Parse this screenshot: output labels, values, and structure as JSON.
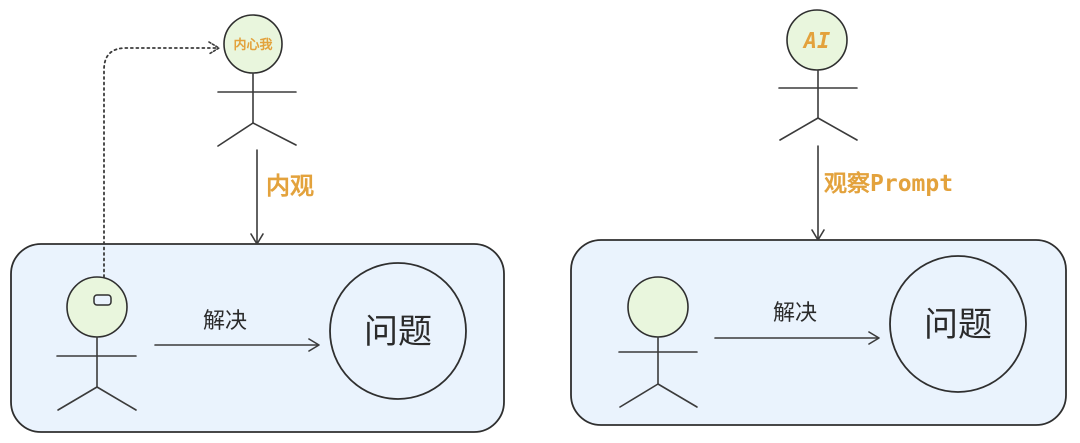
{
  "left": {
    "top_figure_label": "内心我",
    "arrow_label": "内观",
    "action_label": "解决",
    "target_label": "问题"
  },
  "right": {
    "top_figure_label": "AI",
    "arrow_label": "观察Prompt",
    "action_label": "解决",
    "target_label": "问题"
  },
  "colors": {
    "accent": "#e3a23c",
    "head_fill": "#e9f6dd",
    "panel_fill": "#eaf3fd",
    "stroke": "#2f2f2f"
  }
}
